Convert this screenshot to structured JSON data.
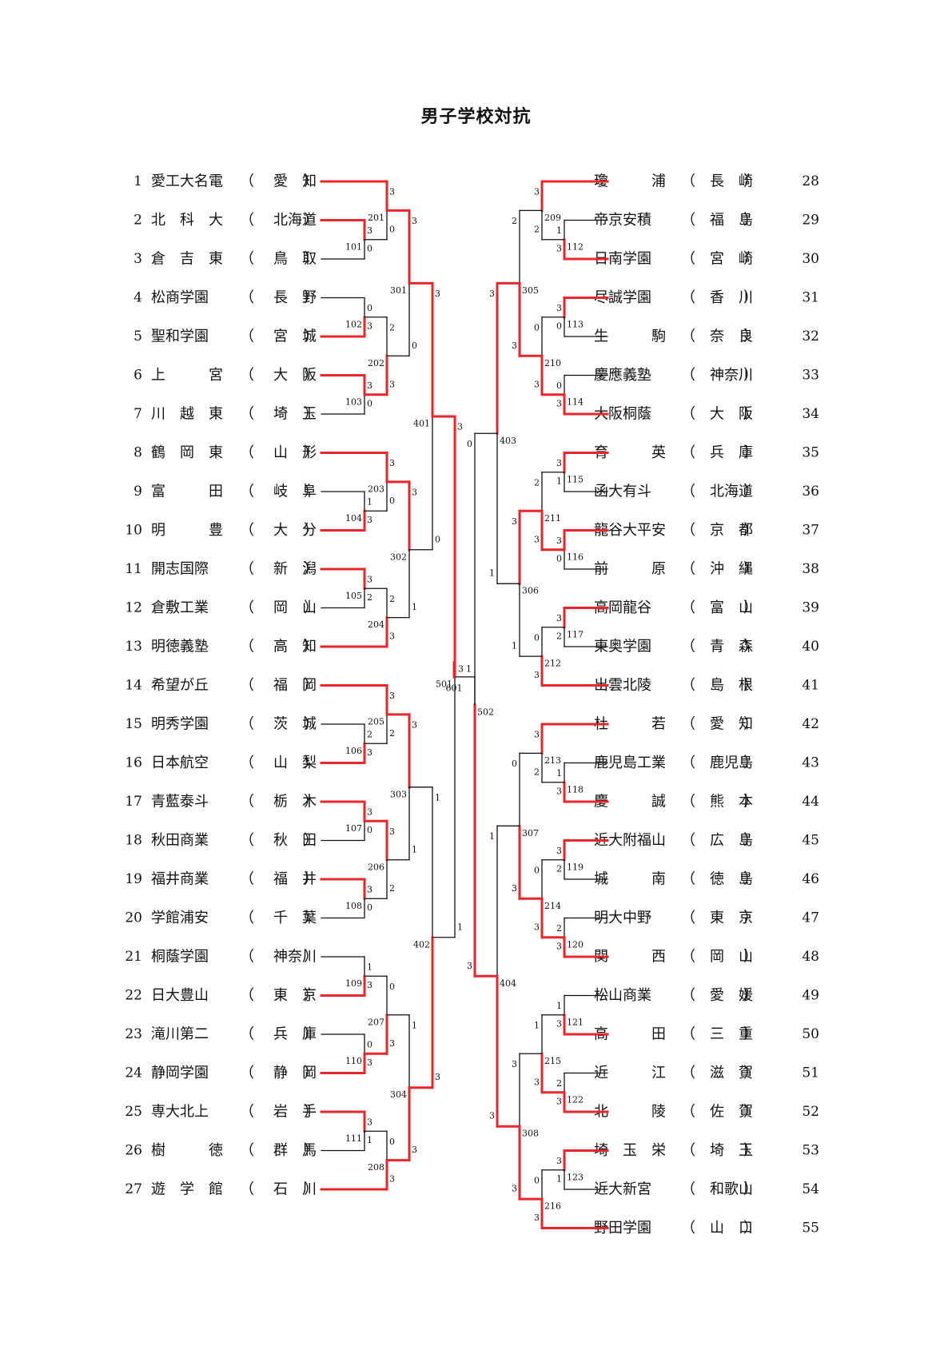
{
  "title": "男子学校対抗",
  "colors": {
    "winner_line": "#e8262b",
    "loser_line": "#111111",
    "text": "#111111"
  },
  "left": {
    "teams": [
      {
        "no": "1",
        "name": "愛工大名電",
        "pref": "愛　知"
      },
      {
        "no": "2",
        "name": "北　科　大",
        "pref": "北海道"
      },
      {
        "no": "3",
        "name": "倉　吉　東",
        "pref": "鳥　取"
      },
      {
        "no": "4",
        "name": "松商学園",
        "pref": "長　野"
      },
      {
        "no": "5",
        "name": "聖和学園",
        "pref": "宮　城"
      },
      {
        "no": "6",
        "name": "上　　　宮",
        "pref": "大　阪"
      },
      {
        "no": "7",
        "name": "川　越　東",
        "pref": "埼　玉"
      },
      {
        "no": "8",
        "name": "鶴　岡　東",
        "pref": "山　形"
      },
      {
        "no": "9",
        "name": "富　　　田",
        "pref": "岐　阜"
      },
      {
        "no": "10",
        "name": "明　　　豊",
        "pref": "大　分"
      },
      {
        "no": "11",
        "name": "開志国際",
        "pref": "新　潟"
      },
      {
        "no": "12",
        "name": "倉敷工業",
        "pref": "岡　山"
      },
      {
        "no": "13",
        "name": "明徳義塾",
        "pref": "高　知"
      },
      {
        "no": "14",
        "name": "希望が丘",
        "pref": "福　岡"
      },
      {
        "no": "15",
        "name": "明秀学園",
        "pref": "茨　城"
      },
      {
        "no": "16",
        "name": "日本航空",
        "pref": "山　梨"
      },
      {
        "no": "17",
        "name": "青藍泰斗",
        "pref": "栃　木"
      },
      {
        "no": "18",
        "name": "秋田商業",
        "pref": "秋　田"
      },
      {
        "no": "19",
        "name": "福井商業",
        "pref": "福　井"
      },
      {
        "no": "20",
        "name": "学館浦安",
        "pref": "千　葉"
      },
      {
        "no": "21",
        "name": "桐蔭学園",
        "pref": "神奈川"
      },
      {
        "no": "22",
        "name": "日大豊山",
        "pref": "東　京"
      },
      {
        "no": "23",
        "name": "滝川第二",
        "pref": "兵　庫"
      },
      {
        "no": "24",
        "name": "静岡学園",
        "pref": "静　岡"
      },
      {
        "no": "25",
        "name": "専大北上",
        "pref": "岩　手"
      },
      {
        "no": "26",
        "name": "樹　　　徳",
        "pref": "群　馬"
      },
      {
        "no": "27",
        "name": "遊　学　館",
        "pref": "石　川"
      }
    ],
    "matches": [
      {
        "id": "101",
        "a": {
          "t": 1
        },
        "b": {
          "t": 2
        },
        "sa": "3",
        "sb": "0",
        "w": "a"
      },
      {
        "id": "102",
        "a": {
          "t": 3
        },
        "b": {
          "t": 4
        },
        "sa": "0",
        "sb": "3",
        "w": "b"
      },
      {
        "id": "103",
        "a": {
          "t": 5
        },
        "b": {
          "t": 6
        },
        "sa": "3",
        "sb": "0",
        "w": "a"
      },
      {
        "id": "104",
        "a": {
          "t": 8
        },
        "b": {
          "t": 9
        },
        "sa": "1",
        "sb": "3",
        "w": "b"
      },
      {
        "id": "105",
        "a": {
          "t": 10
        },
        "b": {
          "t": 11
        },
        "sa": "3",
        "sb": "2",
        "w": "a"
      },
      {
        "id": "106",
        "a": {
          "t": 14
        },
        "b": {
          "t": 15
        },
        "sa": "2",
        "sb": "3",
        "w": "b"
      },
      {
        "id": "107",
        "a": {
          "t": 16
        },
        "b": {
          "t": 17
        },
        "sa": "3",
        "sb": "0",
        "w": "a"
      },
      {
        "id": "108",
        "a": {
          "t": 18
        },
        "b": {
          "t": 19
        },
        "sa": "3",
        "sb": "0",
        "w": "a"
      },
      {
        "id": "109",
        "a": {
          "t": 20
        },
        "b": {
          "t": 21
        },
        "sa": "1",
        "sb": "3",
        "w": "b"
      },
      {
        "id": "110",
        "a": {
          "t": 22
        },
        "b": {
          "t": 23
        },
        "sa": "0",
        "sb": "3",
        "w": "b"
      },
      {
        "id": "111",
        "a": {
          "t": 24
        },
        "b": {
          "t": 25
        },
        "sa": "3",
        "sb": "1",
        "w": "a"
      },
      {
        "id": "201",
        "a": {
          "t": 0
        },
        "b": {
          "m": "101"
        },
        "sa": "3",
        "sb": "0",
        "w": "a"
      },
      {
        "id": "202",
        "a": {
          "m": "102"
        },
        "b": {
          "m": "103"
        },
        "sa": "2",
        "sb": "3",
        "w": "b"
      },
      {
        "id": "203",
        "a": {
          "t": 7
        },
        "b": {
          "m": "104"
        },
        "sa": "3",
        "sb": "0",
        "w": "a"
      },
      {
        "id": "204",
        "a": {
          "m": "105"
        },
        "b": {
          "t": 12
        },
        "sa": "2",
        "sb": "3",
        "w": "b"
      },
      {
        "id": "205",
        "a": {
          "t": 13
        },
        "b": {
          "m": "106"
        },
        "sa": "3",
        "sb": "2",
        "w": "a"
      },
      {
        "id": "206",
        "a": {
          "m": "107"
        },
        "b": {
          "m": "108"
        },
        "sa": "3",
        "sb": "2",
        "w": "a"
      },
      {
        "id": "207",
        "a": {
          "m": "109"
        },
        "b": {
          "m": "110"
        },
        "sa": "0",
        "sb": "3",
        "w": "b"
      },
      {
        "id": "208",
        "a": {
          "m": "111"
        },
        "b": {
          "t": 26
        },
        "sa": "0",
        "sb": "3",
        "w": "b"
      },
      {
        "id": "301",
        "a": {
          "m": "201"
        },
        "b": {
          "m": "202"
        },
        "sa": "3",
        "sb": "0",
        "w": "a"
      },
      {
        "id": "302",
        "a": {
          "m": "203"
        },
        "b": {
          "m": "204"
        },
        "sa": "3",
        "sb": "1",
        "w": "a"
      },
      {
        "id": "303",
        "a": {
          "m": "205"
        },
        "b": {
          "m": "206"
        },
        "sa": "3",
        "sb": "1",
        "w": "a"
      },
      {
        "id": "304",
        "a": {
          "m": "207"
        },
        "b": {
          "m": "208"
        },
        "sa": "1",
        "sb": "3",
        "w": "b"
      },
      {
        "id": "401",
        "a": {
          "m": "301"
        },
        "b": {
          "m": "302"
        },
        "sa": "3",
        "sb": "0",
        "w": "a"
      },
      {
        "id": "402",
        "a": {
          "m": "303"
        },
        "b": {
          "m": "304"
        },
        "sa": "1",
        "sb": "3",
        "w": "b"
      },
      {
        "id": "501",
        "a": {
          "m": "401"
        },
        "b": {
          "m": "402"
        },
        "sa": "3",
        "sb": "1",
        "w": "a"
      }
    ]
  },
  "right": {
    "teams": [
      {
        "no": "28",
        "name": "瓊　　　浦",
        "pref": "長　崎"
      },
      {
        "no": "29",
        "name": "帝京安積",
        "pref": "福　島"
      },
      {
        "no": "30",
        "name": "日南学園",
        "pref": "宮　崎"
      },
      {
        "no": "31",
        "name": "尽誠学園",
        "pref": "香　川"
      },
      {
        "no": "32",
        "name": "生　　　駒",
        "pref": "奈　良"
      },
      {
        "no": "33",
        "name": "慶應義塾",
        "pref": "神奈川"
      },
      {
        "no": "34",
        "name": "大阪桐蔭",
        "pref": "大　阪"
      },
      {
        "no": "35",
        "name": "育　　　英",
        "pref": "兵　庫"
      },
      {
        "no": "36",
        "name": "函大有斗",
        "pref": "北海道"
      },
      {
        "no": "37",
        "name": "龍谷大平安",
        "pref": "京　都"
      },
      {
        "no": "38",
        "name": "前　　　原",
        "pref": "沖　縄"
      },
      {
        "no": "39",
        "name": "高岡龍谷",
        "pref": "富　山"
      },
      {
        "no": "40",
        "name": "東奥学園",
        "pref": "青　森"
      },
      {
        "no": "41",
        "name": "出雲北陵",
        "pref": "島　根"
      },
      {
        "no": "42",
        "name": "杜　　　若",
        "pref": "愛　知"
      },
      {
        "no": "43",
        "name": "鹿児島工業",
        "pref": "鹿児島"
      },
      {
        "no": "44",
        "name": "慶　　　誠",
        "pref": "熊　本"
      },
      {
        "no": "45",
        "name": "近大附福山",
        "pref": "広　島"
      },
      {
        "no": "46",
        "name": "城　　　南",
        "pref": "徳　島"
      },
      {
        "no": "47",
        "name": "明大中野",
        "pref": "東　京"
      },
      {
        "no": "48",
        "name": "関　　　西",
        "pref": "岡　山"
      },
      {
        "no": "49",
        "name": "松山商業",
        "pref": "愛　媛"
      },
      {
        "no": "50",
        "name": "高　　　田",
        "pref": "三　重"
      },
      {
        "no": "51",
        "name": "近　　　江",
        "pref": "滋　賀"
      },
      {
        "no": "52",
        "name": "北　　　陵",
        "pref": "佐　賀"
      },
      {
        "no": "53",
        "name": "埼　玉　栄",
        "pref": "埼　玉"
      },
      {
        "no": "54",
        "name": "近大新宮",
        "pref": "和歌山"
      },
      {
        "no": "55",
        "name": "野田学園",
        "pref": "山　口"
      }
    ],
    "matches": [
      {
        "id": "112",
        "a": {
          "t": 1
        },
        "b": {
          "t": 2
        },
        "sa": "1",
        "sb": "3",
        "w": "b"
      },
      {
        "id": "113",
        "a": {
          "t": 3
        },
        "b": {
          "t": 4
        },
        "sa": "3",
        "sb": "0",
        "w": "a"
      },
      {
        "id": "114",
        "a": {
          "t": 5
        },
        "b": {
          "t": 6
        },
        "sa": "0",
        "sb": "3",
        "w": "b"
      },
      {
        "id": "115",
        "a": {
          "t": 7
        },
        "b": {
          "t": 8
        },
        "sa": "3",
        "sb": "1",
        "w": "a"
      },
      {
        "id": "116",
        "a": {
          "t": 9
        },
        "b": {
          "t": 10
        },
        "sa": "3",
        "sb": "0",
        "w": "a"
      },
      {
        "id": "117",
        "a": {
          "t": 11
        },
        "b": {
          "t": 12
        },
        "sa": "3",
        "sb": "2",
        "w": "a"
      },
      {
        "id": "118",
        "a": {
          "t": 15
        },
        "b": {
          "t": 16
        },
        "sa": "1",
        "sb": "3",
        "w": "b"
      },
      {
        "id": "119",
        "a": {
          "t": 17
        },
        "b": {
          "t": 18
        },
        "sa": "3",
        "sb": "2",
        "w": "a"
      },
      {
        "id": "120",
        "a": {
          "t": 19
        },
        "b": {
          "t": 20
        },
        "sa": "2",
        "sb": "3",
        "w": "b"
      },
      {
        "id": "121",
        "a": {
          "t": 21
        },
        "b": {
          "t": 22
        },
        "sa": "1",
        "sb": "3",
        "w": "b"
      },
      {
        "id": "122",
        "a": {
          "t": 23
        },
        "b": {
          "t": 24
        },
        "sa": "2",
        "sb": "3",
        "w": "b"
      },
      {
        "id": "123",
        "a": {
          "t": 25
        },
        "b": {
          "t": 26
        },
        "sa": "3",
        "sb": "1",
        "w": "a"
      },
      {
        "id": "209",
        "a": {
          "t": 0
        },
        "b": {
          "m": "112"
        },
        "sa": "3",
        "sb": "2",
        "w": "a"
      },
      {
        "id": "210",
        "a": {
          "m": "113"
        },
        "b": {
          "m": "114"
        },
        "sa": "0",
        "sb": "3",
        "w": "b"
      },
      {
        "id": "211",
        "a": {
          "m": "115"
        },
        "b": {
          "m": "116"
        },
        "sa": "2",
        "sb": "3",
        "w": "b"
      },
      {
        "id": "212",
        "a": {
          "m": "117"
        },
        "b": {
          "t": 13
        },
        "sa": "0",
        "sb": "3",
        "w": "b"
      },
      {
        "id": "213",
        "a": {
          "t": 14
        },
        "b": {
          "m": "118"
        },
        "sa": "3",
        "sb": "2",
        "w": "a"
      },
      {
        "id": "214",
        "a": {
          "m": "119"
        },
        "b": {
          "m": "120"
        },
        "sa": "0",
        "sb": "3",
        "w": "b"
      },
      {
        "id": "215",
        "a": {
          "m": "121"
        },
        "b": {
          "m": "122"
        },
        "sa": "1",
        "sb": "3",
        "w": "b"
      },
      {
        "id": "216",
        "a": {
          "m": "123"
        },
        "b": {
          "t": 27
        },
        "sa": "0",
        "sb": "3",
        "w": "b"
      },
      {
        "id": "305",
        "a": {
          "m": "209"
        },
        "b": {
          "m": "210"
        },
        "sa": "2",
        "sb": "3",
        "w": "b"
      },
      {
        "id": "306",
        "a": {
          "m": "211"
        },
        "b": {
          "m": "212"
        },
        "sa": "3",
        "sb": "1",
        "w": "a"
      },
      {
        "id": "307",
        "a": {
          "m": "213"
        },
        "b": {
          "m": "214"
        },
        "sa": "0",
        "sb": "3",
        "w": "b"
      },
      {
        "id": "308",
        "a": {
          "m": "215"
        },
        "b": {
          "m": "216"
        },
        "sa": "3",
        "sb": "3",
        "w": "b"
      },
      {
        "id": "403",
        "a": {
          "m": "305"
        },
        "b": {
          "m": "306"
        },
        "sa": "3",
        "sb": "1",
        "w": "a"
      },
      {
        "id": "404",
        "a": {
          "m": "307"
        },
        "b": {
          "m": "308"
        },
        "sa": "1",
        "sb": "3",
        "w": "b"
      },
      {
        "id": "502",
        "a": {
          "m": "403"
        },
        "b": {
          "m": "404"
        },
        "sa": "0",
        "sb": "3",
        "w": "b"
      }
    ]
  },
  "final": {
    "id": "601",
    "sa": "3",
    "sb": "1",
    "w": "a"
  }
}
